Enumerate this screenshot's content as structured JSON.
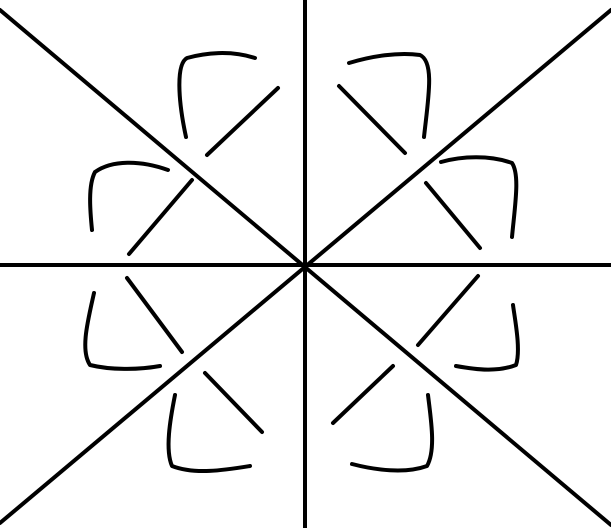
{
  "diagram": {
    "type": "line-drawing",
    "stroke_color": "#000000",
    "background_color": "#ffffff",
    "elements": {
      "axis_lines": [
        "vertical",
        "horizontal",
        "diagonal-descending",
        "diagonal-ascending"
      ],
      "knot_segments": [
        "upper-left-outer-arc",
        "upper-left-inner-stroke",
        "upper-right-outer-arc",
        "upper-right-inner-stroke",
        "right-upper-outer-arc",
        "right-upper-inner-stroke",
        "right-lower-outer-arc",
        "right-lower-inner-stroke",
        "lower-right-outer-arc",
        "lower-right-inner-stroke",
        "lower-left-outer-arc",
        "lower-left-inner-stroke",
        "left-lower-outer-arc",
        "left-lower-inner-stroke",
        "left-upper-outer-arc",
        "left-upper-inner-stroke"
      ]
    }
  }
}
